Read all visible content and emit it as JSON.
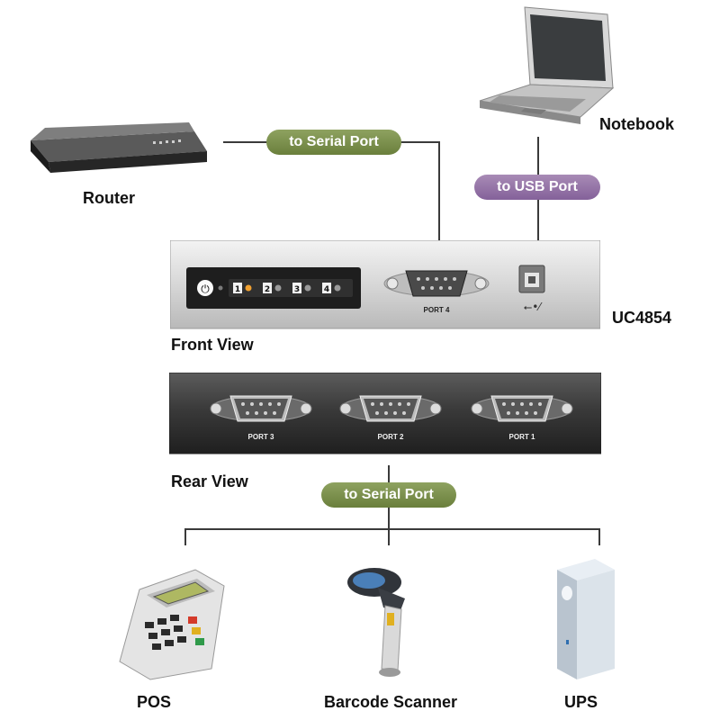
{
  "devices": {
    "router": "Router",
    "notebook": "Notebook",
    "pos": "POS",
    "barcode_scanner": "Barcode Scanner",
    "ups": "UPS"
  },
  "connections": {
    "router_to_hub": "to Serial Port",
    "notebook_to_hub": "to USB Port",
    "hub_to_peripherals": "to Serial Port"
  },
  "hub": {
    "model": "UC4854",
    "front_view_label": "Front View",
    "rear_view_label": "Rear View",
    "front_port_label": "PORT 4",
    "rear_port_labels": [
      "PORT 3",
      "PORT 2",
      "PORT 1"
    ],
    "led_numbers": [
      "1",
      "2",
      "3",
      "4"
    ]
  },
  "colors": {
    "green_tag": "#6f8540",
    "purple_tag": "#8a67a0",
    "panel_front": "#d9d9d9",
    "panel_rear": "#3c3c3c"
  }
}
